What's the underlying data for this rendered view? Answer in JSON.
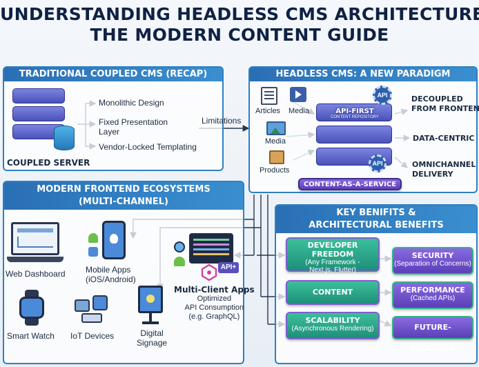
{
  "title": {
    "line1": "UNDERSTANDING HEADLESS CMS ARCHITECTURE:",
    "line2": "THE MODERN CONTENT GUIDE"
  },
  "traditional": {
    "header": "TRADITIONAL COUPLED CMS (RECAP)",
    "server_label": "COUPLED SERVER",
    "items": [
      "Monolithic Design",
      "Fixed Presentation",
      "Layer",
      "Vendor-Locked Templating"
    ]
  },
  "limitations_label": "Limitations",
  "headless": {
    "header": "HEADLESS CMS: A NEW PARADIGM",
    "sources": [
      "Articles",
      "Media",
      "Media",
      "Products"
    ],
    "badge_line1": "API-FIRST",
    "badge_line2": "CONTENT REPOSITORY",
    "api_label": "API",
    "caas": "CONTENT-AS-A-SERVICE",
    "outputs": [
      "DECOUPLED",
      "FROM FRONTEND",
      "DATA-CENTRIC",
      "OMNICHANNEL",
      "DELIVERY"
    ]
  },
  "frontend": {
    "header_line1": "MODERN FRONTEND ECOSYSTEMS",
    "header_line2": "(MULTI-CHANNEL)",
    "devices": {
      "web": "Web Dashboard",
      "mobile_line1": "Mobile Apps",
      "mobile_line2": "(iOS/Android)",
      "watch": "Smart Watch",
      "iot": "IoT Devices",
      "signage_line1": "Digital",
      "signage_line2": "Signage",
      "multi_title": "Multi-Client Apps",
      "multi_sub1": "Optimized",
      "multi_sub2": "API Consumption",
      "multi_sub3": "(e.g. GraphQL)",
      "api_plus": "API+"
    }
  },
  "benefits": {
    "header_line1": "KEY BENIFITS &",
    "header_line2": "ARCHITECTURAL BENEFITS",
    "left": [
      {
        "title": "DEVELOPER FREEDOM",
        "sub": [
          "(Any Framework -",
          "Next.js, Flutter)"
        ]
      },
      {
        "title": "CONTENT FLEXIBILITY",
        "sub": []
      },
      {
        "title": "SCALABILITY",
        "sub": [
          "(Asynchronous Rendering)"
        ]
      }
    ],
    "right": [
      {
        "title": "SECURITY",
        "sub": [
          "(Separation of Concerns)"
        ]
      },
      {
        "title": "PERFORMANCE",
        "sub": [
          "(Cached APIs)"
        ]
      },
      {
        "title": "FUTURE-PROOFING",
        "sub": []
      }
    ]
  },
  "colors": {
    "accent_blue": "#2f7fc1",
    "server_purple": "#5a5fc8",
    "benefit_green": "#1e8f7a",
    "benefit_purple": "#6a4fc8"
  }
}
